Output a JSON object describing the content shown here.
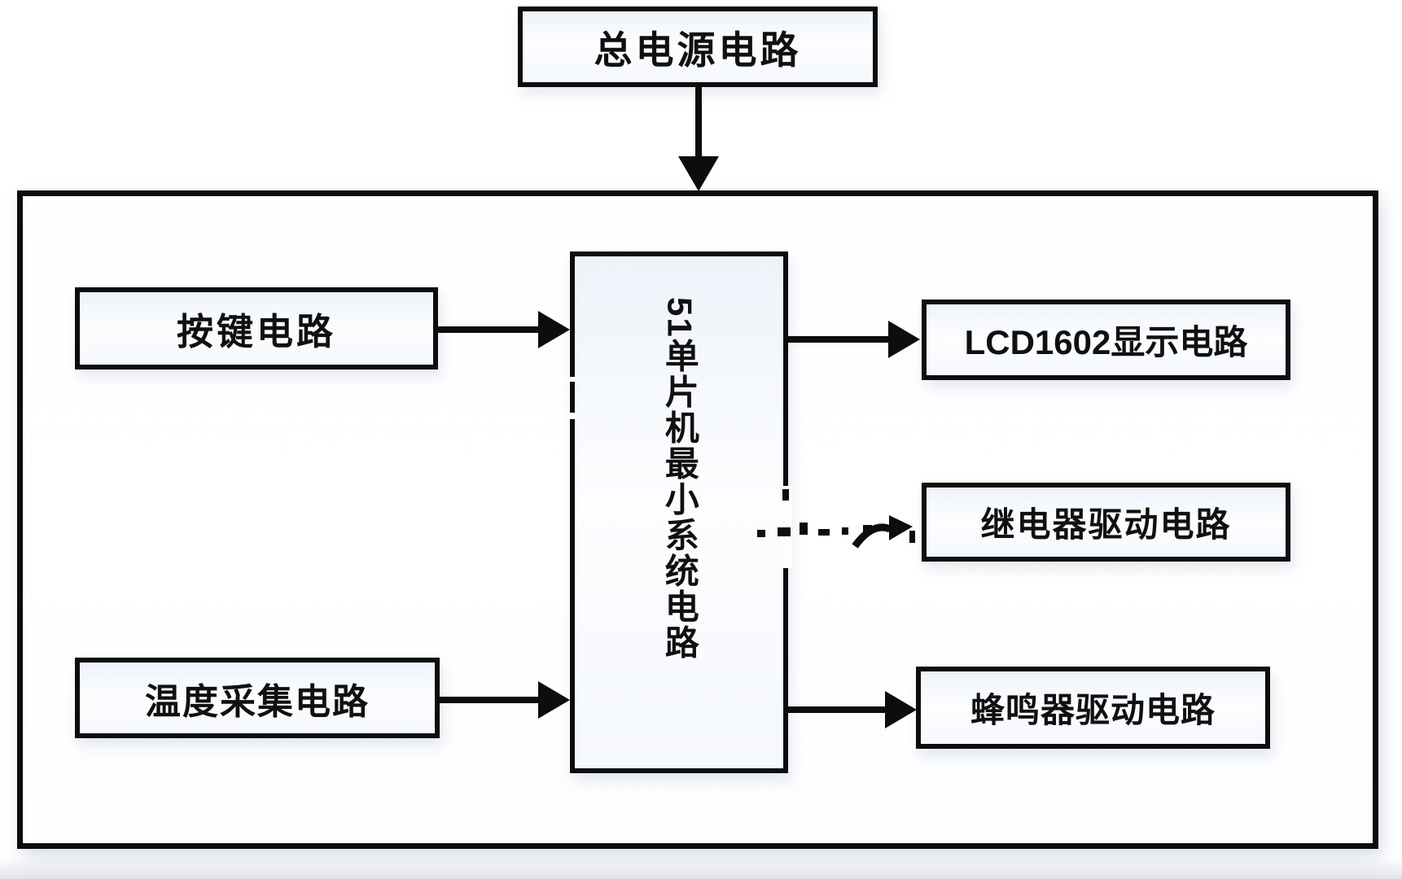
{
  "diagram": {
    "kind": "block-diagram",
    "boxes": {
      "power": "总电源电路",
      "mcu": "51单片机最小系统电路",
      "keys": "按键电路",
      "temp": "温度采集电路",
      "lcd": "LCD1602显示电路",
      "relay": "继电器驱动电路",
      "buzzer": "蜂鸣器驱动电路"
    },
    "colors": {
      "line": "#0d0d0d",
      "box_fill": "#f4f8fd",
      "background": "#ffffff"
    }
  }
}
